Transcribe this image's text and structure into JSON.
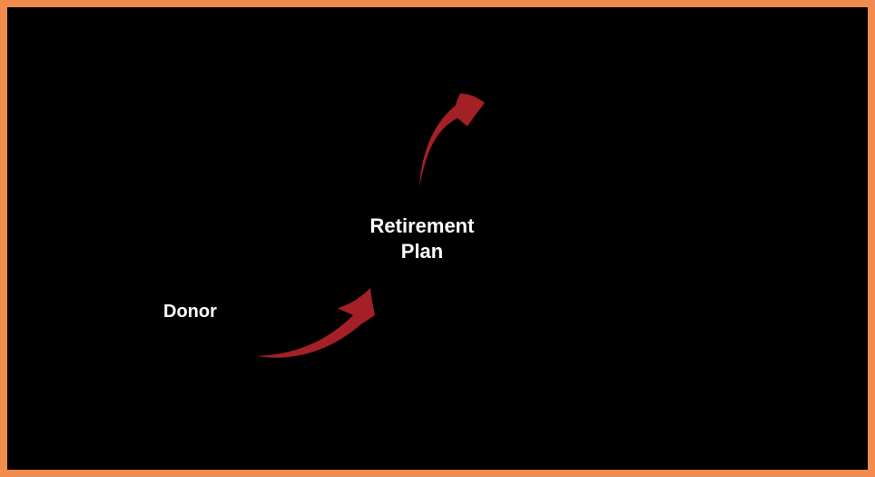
{
  "diagram": {
    "type": "flow-diagram",
    "background": "black",
    "nodes": [
      {
        "id": "donor",
        "label": "Donor"
      },
      {
        "id": "retirement-plan",
        "label": "Retirement Plan"
      }
    ],
    "arrows": [
      {
        "id": "arrow-donor-to-retirement-plan",
        "from": "donor",
        "to": "retirement-plan",
        "style": "curved-swoosh",
        "direction": "up-right"
      },
      {
        "id": "arrow-retirement-plan-upward",
        "from": "retirement-plan",
        "to": "",
        "style": "curved-swoosh",
        "direction": "up-right"
      }
    ]
  },
  "colors": {
    "background": "#000000",
    "border": "#F28C4E",
    "arrow": "#A32027",
    "text": "#FFFFFF"
  }
}
